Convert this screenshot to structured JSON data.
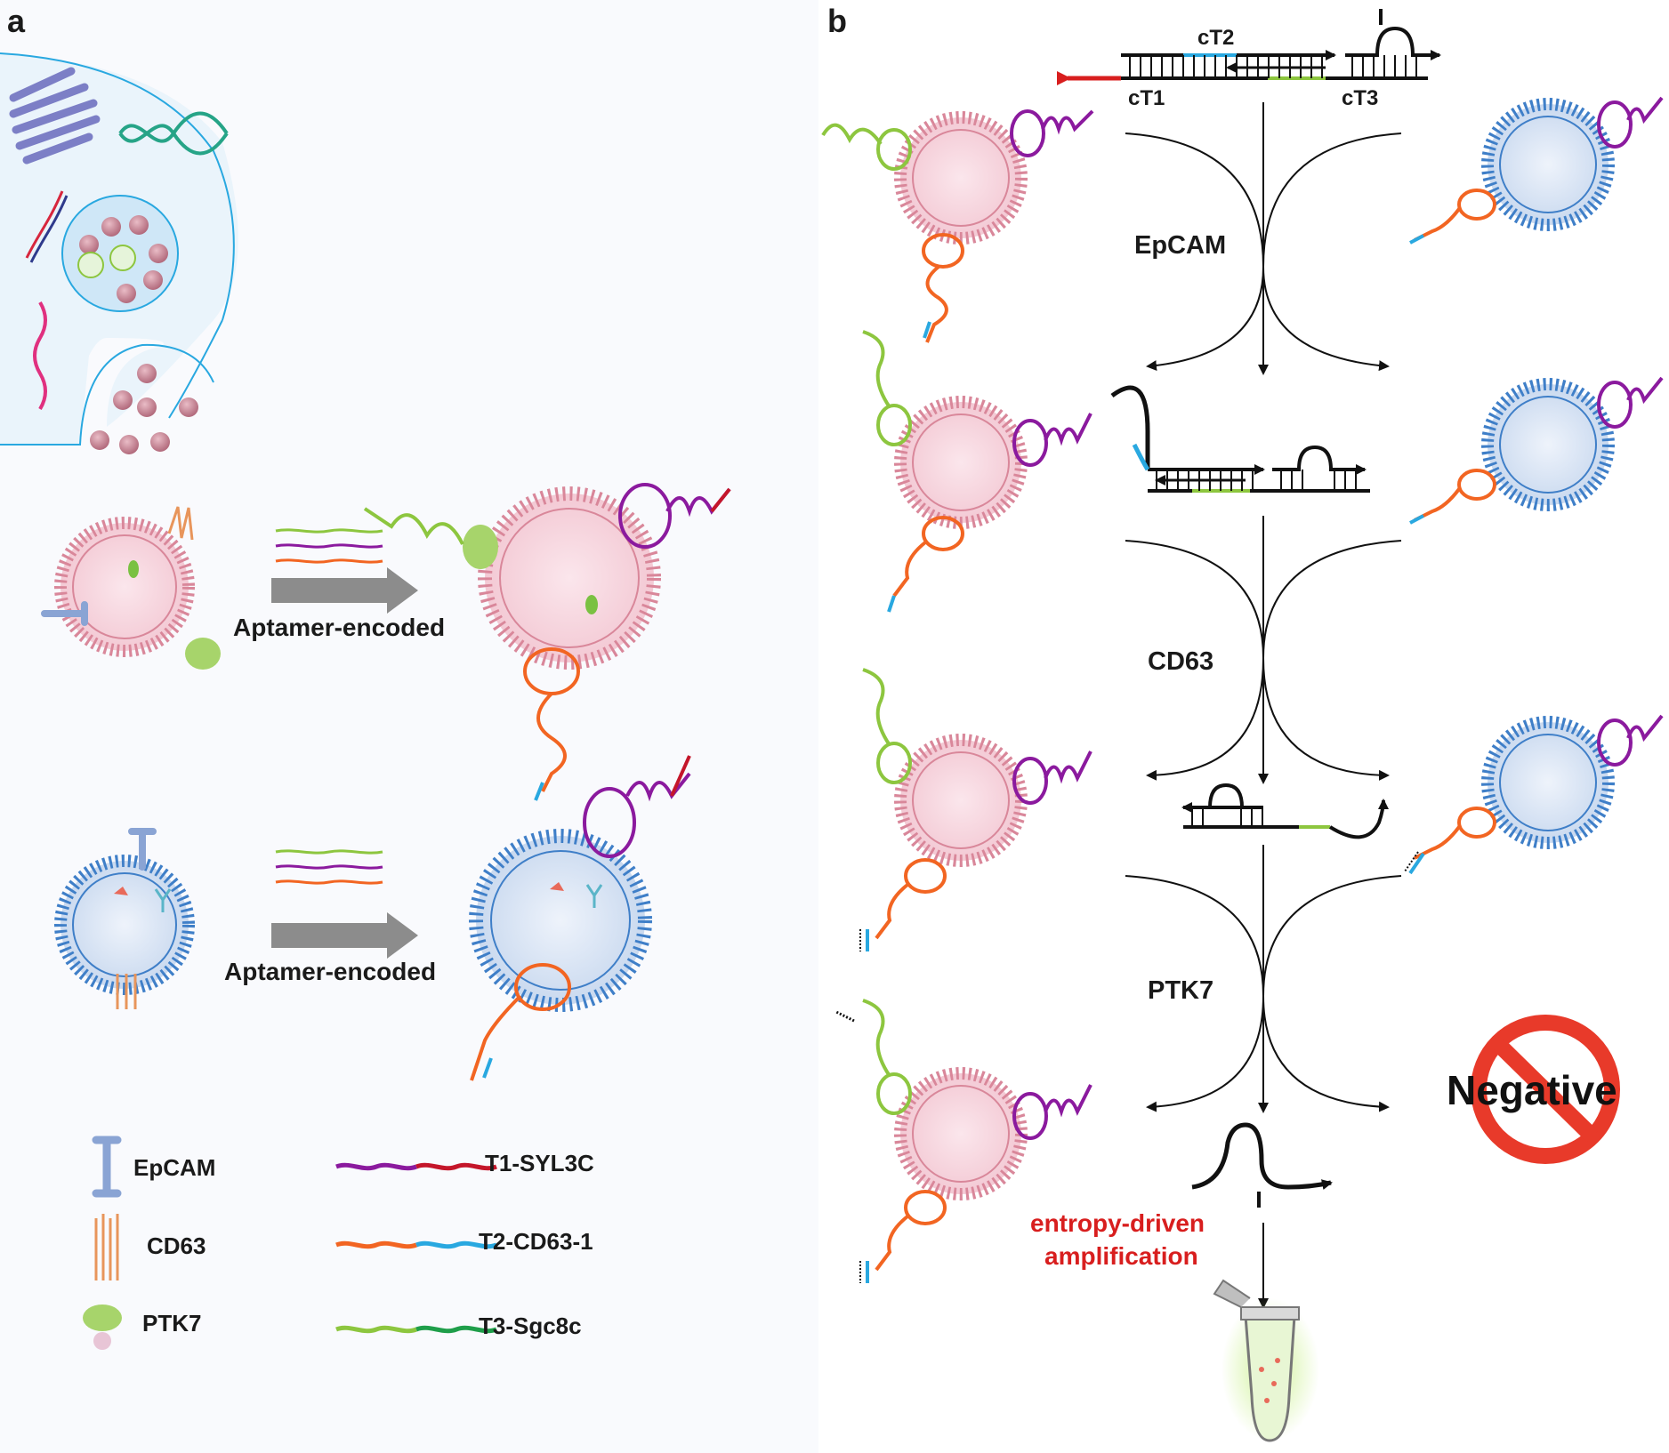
{
  "panels": {
    "a": "a",
    "b": "b"
  },
  "panel_a": {
    "arrow_label_1": "Aptamer-encoded",
    "arrow_label_2": "Aptamer-encoded"
  },
  "legend": {
    "proteins": [
      {
        "label": "EpCAM",
        "icon": "epcam-icon"
      },
      {
        "label": "CD63",
        "icon": "cd63-icon"
      },
      {
        "label": "PTK7",
        "icon": "ptk7-icon"
      }
    ],
    "aptamers": [
      {
        "label": "T1-SYL3C",
        "colors": [
          "#8b1a9e",
          "#c4162a"
        ]
      },
      {
        "label": "T2-CD63-1",
        "colors": [
          "#f26522",
          "#29a8e0"
        ]
      },
      {
        "label": "T3-Sgc8c",
        "colors": [
          "#8dc63f",
          "#1f9e4a"
        ]
      }
    ]
  },
  "panel_b": {
    "strands": {
      "ct1": "cT1",
      "ct2": "cT2",
      "ct3": "cT3"
    },
    "stages": [
      "EpCAM",
      "CD63",
      "PTK7"
    ],
    "amplification_line1": "entropy-driven",
    "amplification_line2": "amplification",
    "negative": "Negative"
  },
  "colors": {
    "pink_vesicle": "#d9879a",
    "blue_vesicle": "#3f7fc8",
    "cell": "#eaf4fb",
    "cell_edge": "#29a8e0",
    "red_text": "#d81e1e",
    "gray_arrow": "#8c8c8c"
  }
}
